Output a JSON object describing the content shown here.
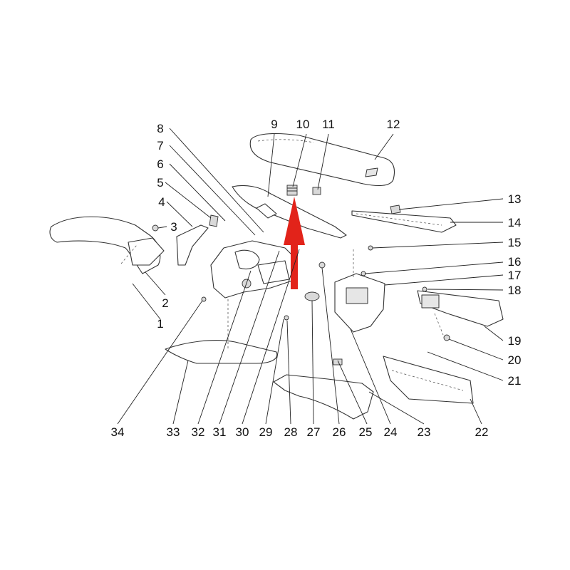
{
  "diagram": {
    "highlight_color": "#e2231a",
    "callouts": [
      {
        "num": "1"
      },
      {
        "num": "2"
      },
      {
        "num": "3"
      },
      {
        "num": "4"
      },
      {
        "num": "5"
      },
      {
        "num": "6"
      },
      {
        "num": "7"
      },
      {
        "num": "8"
      },
      {
        "num": "9"
      },
      {
        "num": "10"
      },
      {
        "num": "11"
      },
      {
        "num": "12"
      },
      {
        "num": "13"
      },
      {
        "num": "14"
      },
      {
        "num": "15"
      },
      {
        "num": "16"
      },
      {
        "num": "17"
      },
      {
        "num": "18"
      },
      {
        "num": "19"
      },
      {
        "num": "20"
      },
      {
        "num": "21"
      },
      {
        "num": "22"
      },
      {
        "num": "23"
      },
      {
        "num": "24"
      },
      {
        "num": "25"
      },
      {
        "num": "26"
      },
      {
        "num": "27"
      },
      {
        "num": "28"
      },
      {
        "num": "29"
      },
      {
        "num": "30"
      },
      {
        "num": "31"
      },
      {
        "num": "32"
      },
      {
        "num": "33"
      },
      {
        "num": "34"
      }
    ]
  }
}
